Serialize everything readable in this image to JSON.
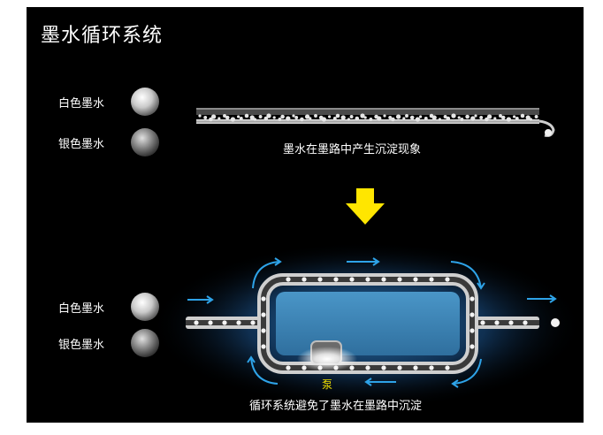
{
  "title": "墨水循环系统",
  "top": {
    "inks": [
      "白色墨水",
      "银色墨水"
    ],
    "caption": "墨水在墨路中产生沉淀现象"
  },
  "bottom": {
    "inks": [
      "白色墨水",
      "银色墨水"
    ],
    "pump_label": "泵",
    "caption": "循环系统避免了墨水在墨路中沉淀"
  },
  "colors": {
    "background": "#000000",
    "arrow_down": "#ffe600",
    "flow_arrows": "#2ea3e8",
    "reservoir": "#3c86b8",
    "pump_label": "#f0e000"
  }
}
